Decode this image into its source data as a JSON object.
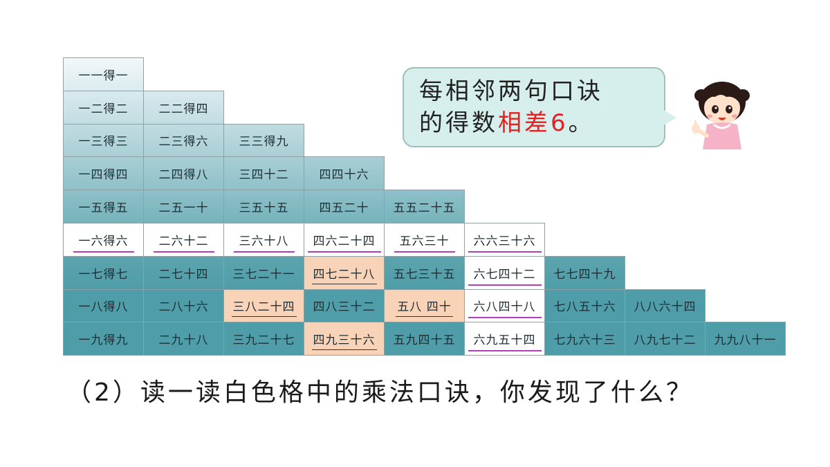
{
  "table": {
    "rows": [
      [
        {
          "text": "一一得一",
          "style": "gradient"
        }
      ],
      [
        {
          "text": "一二得二",
          "style": "gradient"
        },
        {
          "text": "二二得四",
          "style": "gradient"
        }
      ],
      [
        {
          "text": "一三得三",
          "style": "gradient"
        },
        {
          "text": "二三得六",
          "style": "gradient"
        },
        {
          "text": "三三得九",
          "style": "gradient"
        }
      ],
      [
        {
          "text": "一四得四",
          "style": "gradient"
        },
        {
          "text": "二四得八",
          "style": "gradient"
        },
        {
          "text": "三四十二",
          "style": "gradient"
        },
        {
          "text": "四四十六",
          "style": "gradient"
        }
      ],
      [
        {
          "text": "一五得五",
          "style": "gradient"
        },
        {
          "text": "二五一十",
          "style": "gradient"
        },
        {
          "text": "三五十五",
          "style": "gradient"
        },
        {
          "text": "四五二十",
          "style": "gradient"
        },
        {
          "text": "五五二十五",
          "style": "gradient"
        }
      ],
      [
        {
          "text": "一六得六",
          "style": "white"
        },
        {
          "text": "二六十二",
          "style": "white"
        },
        {
          "text": "三六十八",
          "style": "white"
        },
        {
          "text": "四六二十四",
          "style": "white"
        },
        {
          "text": "五六三十",
          "style": "white"
        },
        {
          "text": "六六三十六",
          "style": "white"
        }
      ],
      [
        {
          "text": "一七得七",
          "style": "gradient"
        },
        {
          "text": "二七十四",
          "style": "gradient"
        },
        {
          "text": "三七二十一",
          "style": "gradient"
        },
        {
          "text": "四七二十八",
          "style": "orange"
        },
        {
          "text": "五七三十五",
          "style": "gradient"
        },
        {
          "text": "六七四十二",
          "style": "white"
        },
        {
          "text": "七七四十九",
          "style": "gradient"
        }
      ],
      [
        {
          "text": "一八得八",
          "style": "gradient"
        },
        {
          "text": "二八十六",
          "style": "gradient"
        },
        {
          "text": "三八二十四",
          "style": "orange"
        },
        {
          "text": "四八三十二",
          "style": "gradient"
        },
        {
          "text": "五八 四十",
          "style": "orange"
        },
        {
          "text": "六八四十八",
          "style": "white"
        },
        {
          "text": "七八五十六",
          "style": "gradient"
        },
        {
          "text": "八八六十四",
          "style": "gradient"
        }
      ],
      [
        {
          "text": "一九得九",
          "style": "gradient"
        },
        {
          "text": "二九十八",
          "style": "gradient"
        },
        {
          "text": "三九二十七",
          "style": "gradient"
        },
        {
          "text": "四九三十六",
          "style": "orange"
        },
        {
          "text": "五九四十五",
          "style": "gradient"
        },
        {
          "text": "六九五十四",
          "style": "white"
        },
        {
          "text": "七九六十三",
          "style": "gradient"
        },
        {
          "text": "八九七十二",
          "style": "gradient"
        },
        {
          "text": "九九八十一",
          "style": "gradient"
        }
      ]
    ]
  },
  "bubble": {
    "line1": "每相邻两句口诀",
    "line2_prefix": "的得数",
    "line2_highlight": "相差6",
    "line2_suffix": "。"
  },
  "question": "（2）读一读白色格中的乘法口诀，你发现了什么？",
  "colors": {
    "gradient_top": "#f2f8fa",
    "gradient_bottom": "#4f9da8",
    "white_cell_underline": "#b43cbf",
    "orange_cell": "#f8d3b8",
    "bubble_fill": "#d6efec",
    "highlight_text": "#e02222"
  },
  "icons": {
    "speaker": "girl-avatar-icon"
  }
}
